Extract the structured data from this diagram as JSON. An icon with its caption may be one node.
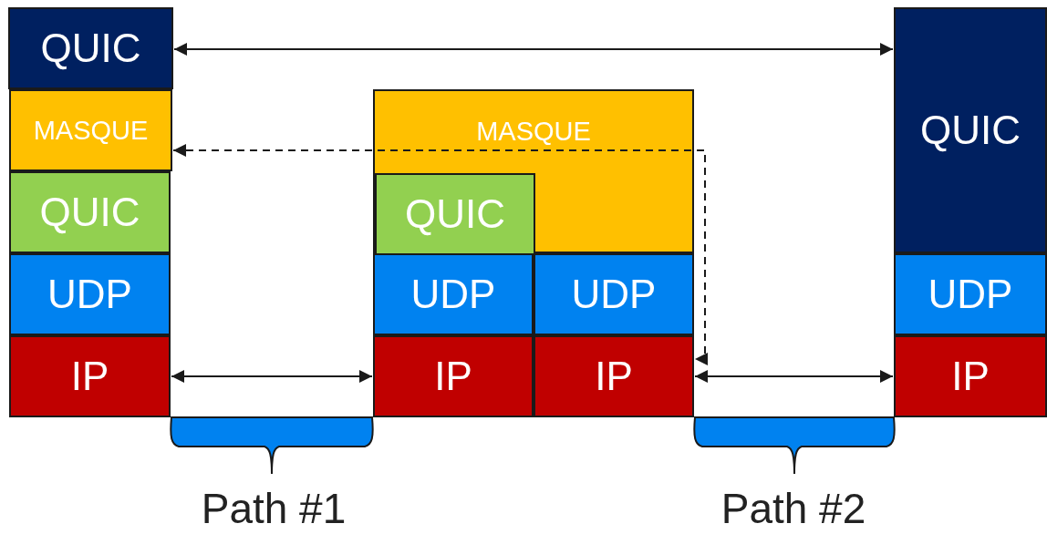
{
  "diagram": {
    "nodes": [
      {
        "text": [
          "QUIC"
        ]
      },
      {
        "text": [
          "MASQUE"
        ]
      },
      {
        "text": [
          "QUIC"
        ]
      },
      {
        "text": [
          "UDP"
        ]
      },
      {
        "text": [
          "IP"
        ]
      },
      {
        "text": [
          "MASQUE"
        ]
      },
      {
        "text": [
          "QUIC"
        ],
        "in": 5
      },
      {
        "text": [
          "UDP"
        ]
      },
      {
        "text": [
          "UDP"
        ]
      },
      {
        "text": [
          "IP"
        ]
      },
      {
        "text": [
          "IP"
        ]
      },
      {
        "text": [
          "QUIC"
        ]
      },
      {
        "text": [
          "UDP"
        ]
      },
      {
        "text": [
          "IP"
        ]
      },
      {
        "text": [
          "Path #1"
        ]
      },
      {
        "text": [
          "Path #2"
        ]
      }
    ],
    "edges": [
      {
        "from": 0,
        "to": 11,
        "arrow": "both"
      },
      {
        "from": 1,
        "to": 10,
        "arrow": "both",
        "style": "dashed"
      },
      {
        "from": 4,
        "to": 9,
        "arrow": "both"
      },
      {
        "from": 10,
        "to": 13,
        "arrow": "both"
      }
    ]
  }
}
